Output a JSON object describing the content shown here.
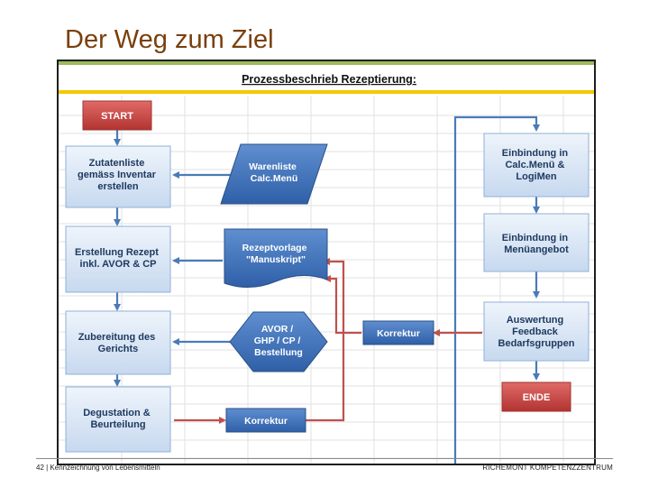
{
  "slide": {
    "title": "Der Weg zum Ziel",
    "footer_left": "42 | Kennzeichnung von Lebensmitteln",
    "footer_right": "RICHEMONT KOMPETENZZENTRUM"
  },
  "diagram": {
    "heading": "Prozessbeschrieb Rezeptierung:",
    "nodes": {
      "start": [
        "START"
      ],
      "zutatenliste": [
        "Zutatenliste",
        "gemäss Inventar",
        "erstellen"
      ],
      "erstellung": [
        "Erstellung Rezept",
        "inkl. AVOR & CP"
      ],
      "zubereitung": [
        "Zubereitung des",
        "Gerichts"
      ],
      "degustation": [
        "Degustation  &",
        "Beurteilung"
      ],
      "warenliste": [
        "Warenliste",
        "Calc.Menü"
      ],
      "rezeptvorlage": [
        "Rezeptvorlage",
        "\"Manuskript\""
      ],
      "avor": [
        "AVOR /",
        "GHP / CP /",
        "Bestellung"
      ],
      "korrektur_bottom": [
        "Korrektur"
      ],
      "korrektur_right": [
        "Korrektur"
      ],
      "einbindung_calc": [
        "Einbindung in",
        "Calc.Menü &",
        "LogiMen"
      ],
      "einbindung_menu": [
        "Einbindung in",
        "Menüangebot"
      ],
      "auswertung": [
        "Auswertung",
        "Feedback",
        "Bedarfsgruppen"
      ],
      "ende": [
        "ENDE"
      ]
    },
    "colors": {
      "blue_box": "#dde8f5",
      "blue_border": "#8fb0d8",
      "arrow_blue": "#4a7bb7",
      "arrow_red": "#c0504d",
      "red_box": "#c0504d",
      "text_dark": "#1f3a60",
      "banner_green": "#9bbb59",
      "banner_yellow": "#f6c700"
    }
  }
}
